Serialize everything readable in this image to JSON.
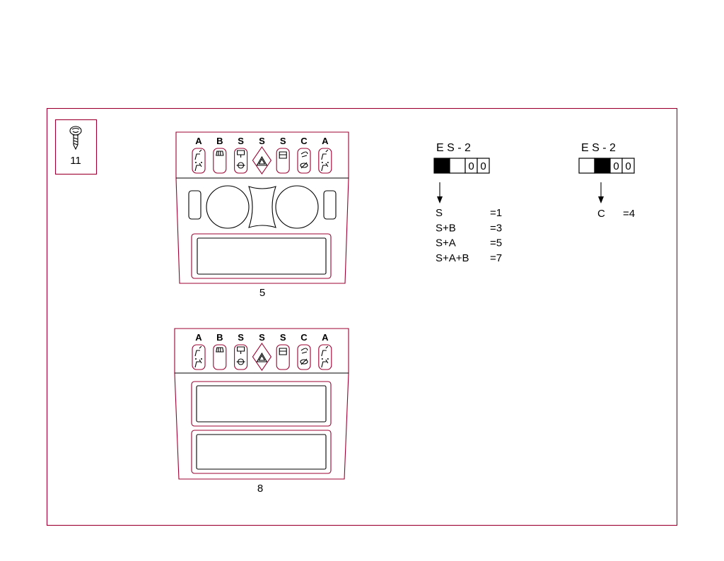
{
  "colors": {
    "line": "#000000",
    "accent": "#9b0030",
    "fill": "#000000",
    "background": "#ffffff"
  },
  "screw": {
    "number": "11",
    "icon": "screw-icon"
  },
  "switch_labels": [
    "A",
    "B",
    "S",
    "S",
    "S",
    "C",
    "A"
  ],
  "switch_icons": [
    "seat-heater-icon",
    "rear-defrost-icon",
    "mirror-icon",
    "hazard-warning-icon",
    "window-lock-icon",
    "headlamp-washer-icon",
    "seat-heater-icon"
  ],
  "panel5": {
    "number": "5"
  },
  "panel8": {
    "number": "8"
  },
  "code_left": {
    "title": "E S - 2",
    "cells": [
      "",
      "",
      "0",
      "0"
    ],
    "filled_cell": 0,
    "rows": [
      {
        "combo": "S",
        "value": "=1"
      },
      {
        "combo": "S+B",
        "value": "=3"
      },
      {
        "combo": "S+A",
        "value": "=5"
      },
      {
        "combo": "S+A+B",
        "value": "=7"
      }
    ]
  },
  "code_right": {
    "title": "E S - 2",
    "cells": [
      "",
      "",
      "0",
      "0"
    ],
    "filled_cell": 1,
    "rows": [
      {
        "combo": "C",
        "value": "=4"
      }
    ]
  }
}
